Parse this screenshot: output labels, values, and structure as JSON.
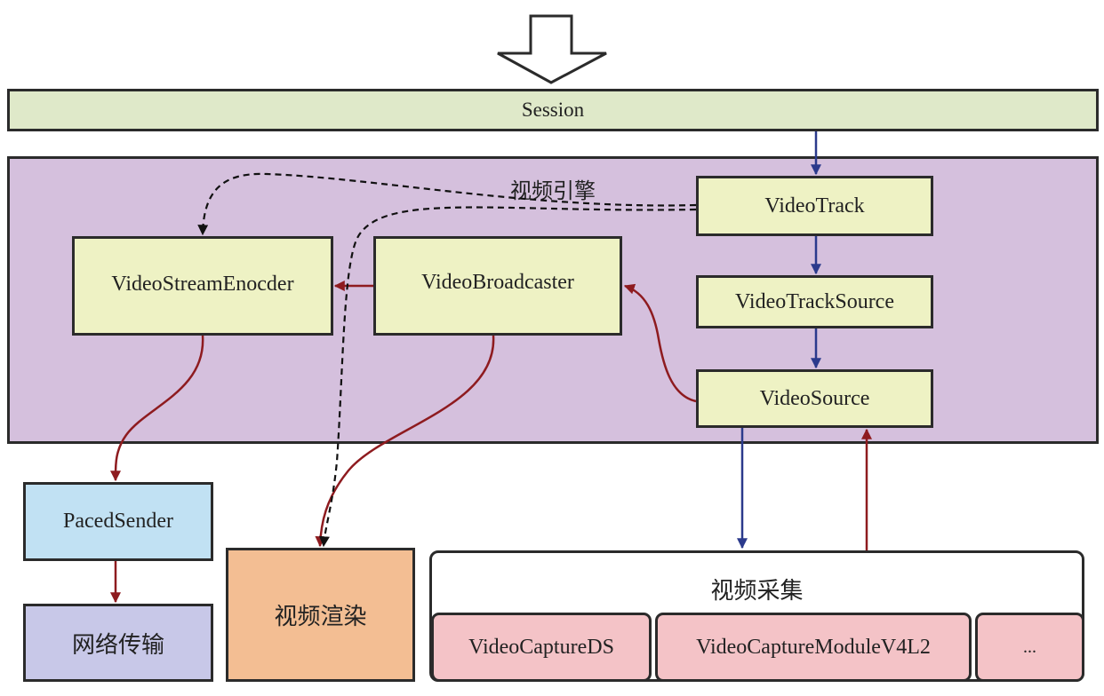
{
  "diagram": {
    "session": {
      "label": "Session"
    },
    "engine": {
      "label": "视频引擎"
    },
    "nodes": {
      "video_track": "VideoTrack",
      "video_track_source": "VideoTrackSource",
      "video_source": "VideoSource",
      "video_stream_encoder": "VideoStreamEnocder",
      "video_broadcaster": "VideoBroadcaster",
      "paced_sender": "PacedSender",
      "network": "网络传输",
      "render": "视频渲染"
    },
    "capture": {
      "label": "视频采集",
      "modules": [
        "VideoCaptureDS",
        "VideoCaptureModuleV4L2",
        "..."
      ]
    }
  },
  "colors": {
    "session": "#dfe9c9",
    "engine": "#d5c0dd",
    "node": "#eef2c4",
    "paced_sender": "#c1e1f3",
    "network": "#c8c8e8",
    "render": "#f3be93",
    "capture_module": "#f4c3c7",
    "control_arrow": "#2b3a8c",
    "data_arrow": "#8e1b1f"
  }
}
